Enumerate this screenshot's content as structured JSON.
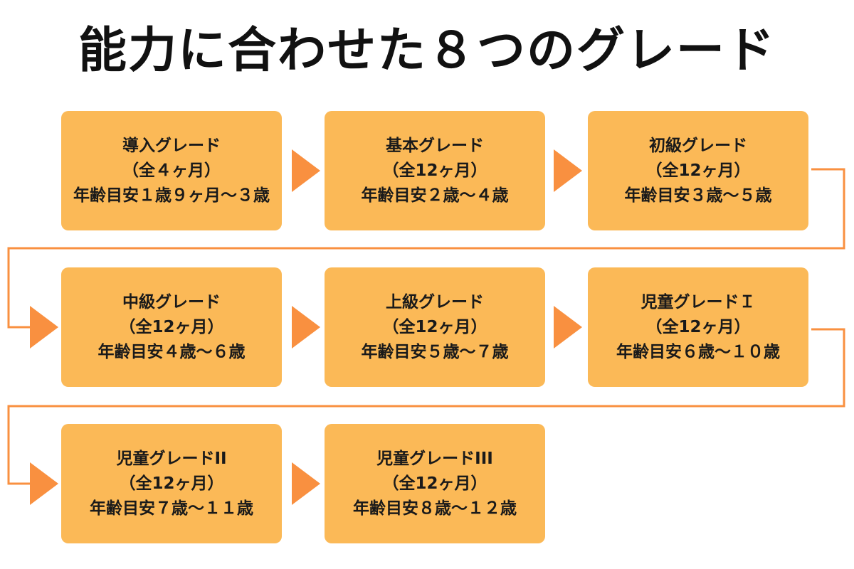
{
  "title": "能力に合わせた８つのグレード",
  "colors": {
    "card": "#fbb957",
    "arrow": "#f99040",
    "line": "#f99040",
    "text": "#1a1a1a"
  },
  "grades": [
    {
      "name": "導入グレード",
      "duration": "（全４ヶ月）",
      "age": "年齢目安１歳９ヶ月～３歳"
    },
    {
      "name": "基本グレード",
      "duration": "（全12ヶ月）",
      "age": "年齢目安２歳～４歳"
    },
    {
      "name": "初級グレード",
      "duration": "（全12ヶ月）",
      "age": "年齢目安３歳～５歳"
    },
    {
      "name": "中級グレード",
      "duration": "（全12ヶ月）",
      "age": "年齢目安４歳～６歳"
    },
    {
      "name": "上級グレード",
      "duration": "（全12ヶ月）",
      "age": "年齢目安５歳～７歳"
    },
    {
      "name": "児童グレードＩ",
      "duration": "（全12ヶ月）",
      "age": "年齢目安６歳～１０歳"
    },
    {
      "name": "児童グレードII",
      "duration": "（全12ヶ月）",
      "age": "年齢目安７歳～１１歳"
    },
    {
      "name": "児童グレードIII",
      "duration": "（全12ヶ月）",
      "age": "年齢目安８歳～１２歳"
    }
  ]
}
